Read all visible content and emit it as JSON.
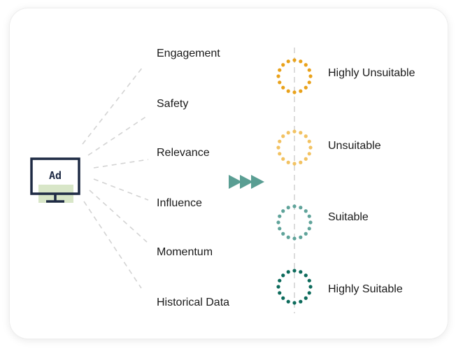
{
  "factors": [
    {
      "label": "Engagement"
    },
    {
      "label": "Safety"
    },
    {
      "label": "Relevance"
    },
    {
      "label": "Influence"
    },
    {
      "label": "Momentum"
    },
    {
      "label": "Historical Data"
    }
  ],
  "ratings": [
    {
      "label": "Highly Unsuitable",
      "color": "#E9A21B"
    },
    {
      "label": "Unsuitable",
      "color": "#F2C262"
    },
    {
      "label": "Suitable",
      "color": "#5FA39A"
    },
    {
      "label": "Highly Suitable",
      "color": "#0D6B5C"
    }
  ],
  "monitor": {
    "text": "Ad",
    "frame_color": "#1E2A44",
    "screen_accent": "#D8E6C8"
  },
  "arrow_color": "#5A9E93",
  "line_color": "#D3D3D3"
}
